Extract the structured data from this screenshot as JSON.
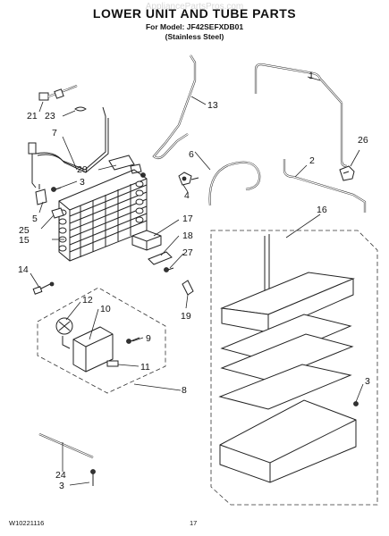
{
  "watermark": "AppliancePartsPros.com",
  "title": "LOWER UNIT AND TUBE PARTS",
  "model_line": "For Model: JF42SEFXDB01",
  "variant_line": "(Stainless Steel)",
  "doc_number": "W10221116",
  "page_number": "17",
  "callouts": {
    "c1": "1",
    "c2": "2",
    "c3a": "3",
    "c3b": "3",
    "c3c": "3",
    "c4": "4",
    "c5": "5",
    "c6": "6",
    "c7": "7",
    "c8": "8",
    "c9": "9",
    "c10": "10",
    "c11": "11",
    "c12": "12",
    "c13": "13",
    "c14": "14",
    "c15": "15",
    "c16": "16",
    "c17": "17",
    "c18": "18",
    "c19": "19",
    "c20": "20",
    "c21": "21",
    "c23": "23",
    "c24": "24",
    "c25": "25",
    "c26": "26",
    "c27": "27"
  }
}
